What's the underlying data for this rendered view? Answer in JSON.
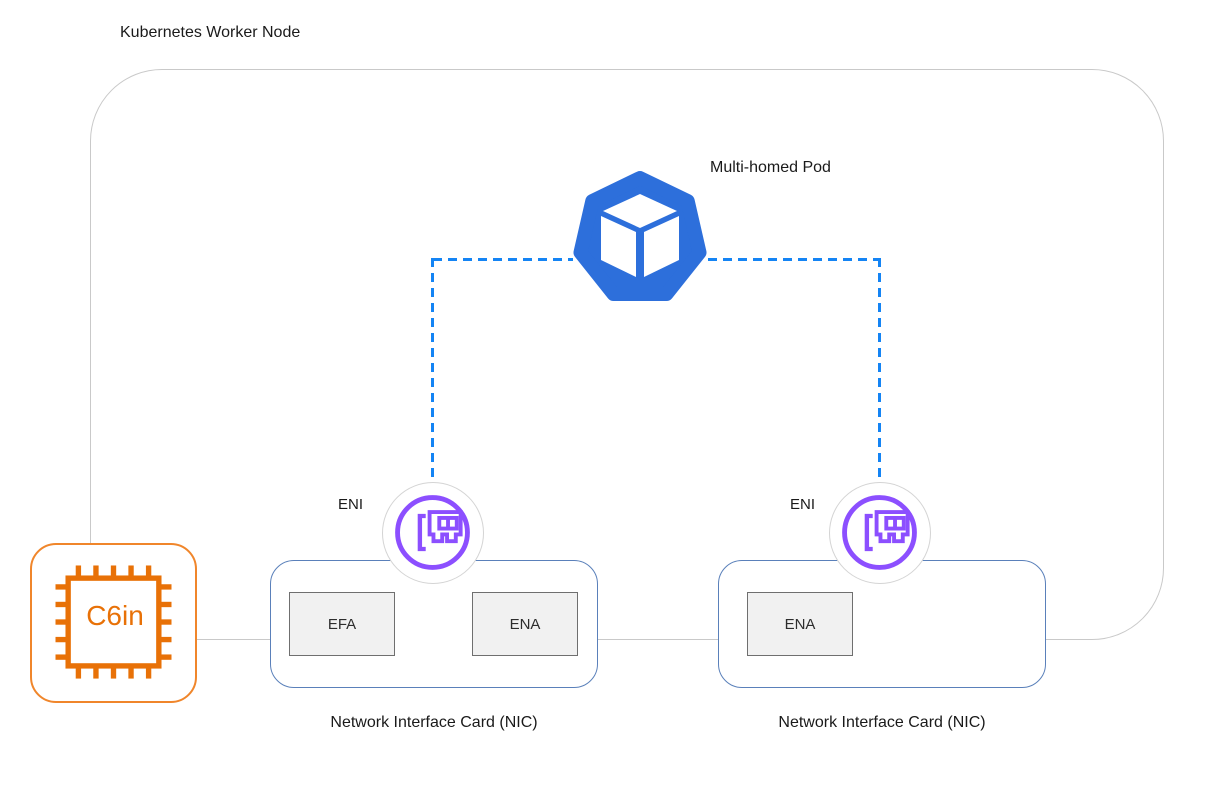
{
  "diagram": {
    "title": "Kubernetes Worker Node",
    "pod": {
      "label": "Multi-homed Pod",
      "icon": "kubernetes-pod-icon"
    },
    "enis": [
      {
        "label": "ENI",
        "icon": "network-interface-icon"
      },
      {
        "label": "ENI",
        "icon": "network-interface-icon"
      }
    ],
    "nics": [
      {
        "label": "Network Interface Card (NIC)",
        "adapters": [
          "EFA",
          "ENA"
        ]
      },
      {
        "label": "Network Interface Card (NIC)",
        "adapters": [
          "ENA"
        ]
      }
    ],
    "instance": {
      "label": "C6in",
      "icon": "cpu-chip-icon"
    },
    "colors": {
      "pod_blue": "#2d6fdb",
      "link_blue": "#1484f4",
      "eni_purple": "#8c4fff",
      "chip_orange": "#e87107",
      "chip_border_orange": "#f0862b",
      "nic_border_blue": "#5a80ba",
      "boundary_gray": "#c9c9c9"
    }
  }
}
